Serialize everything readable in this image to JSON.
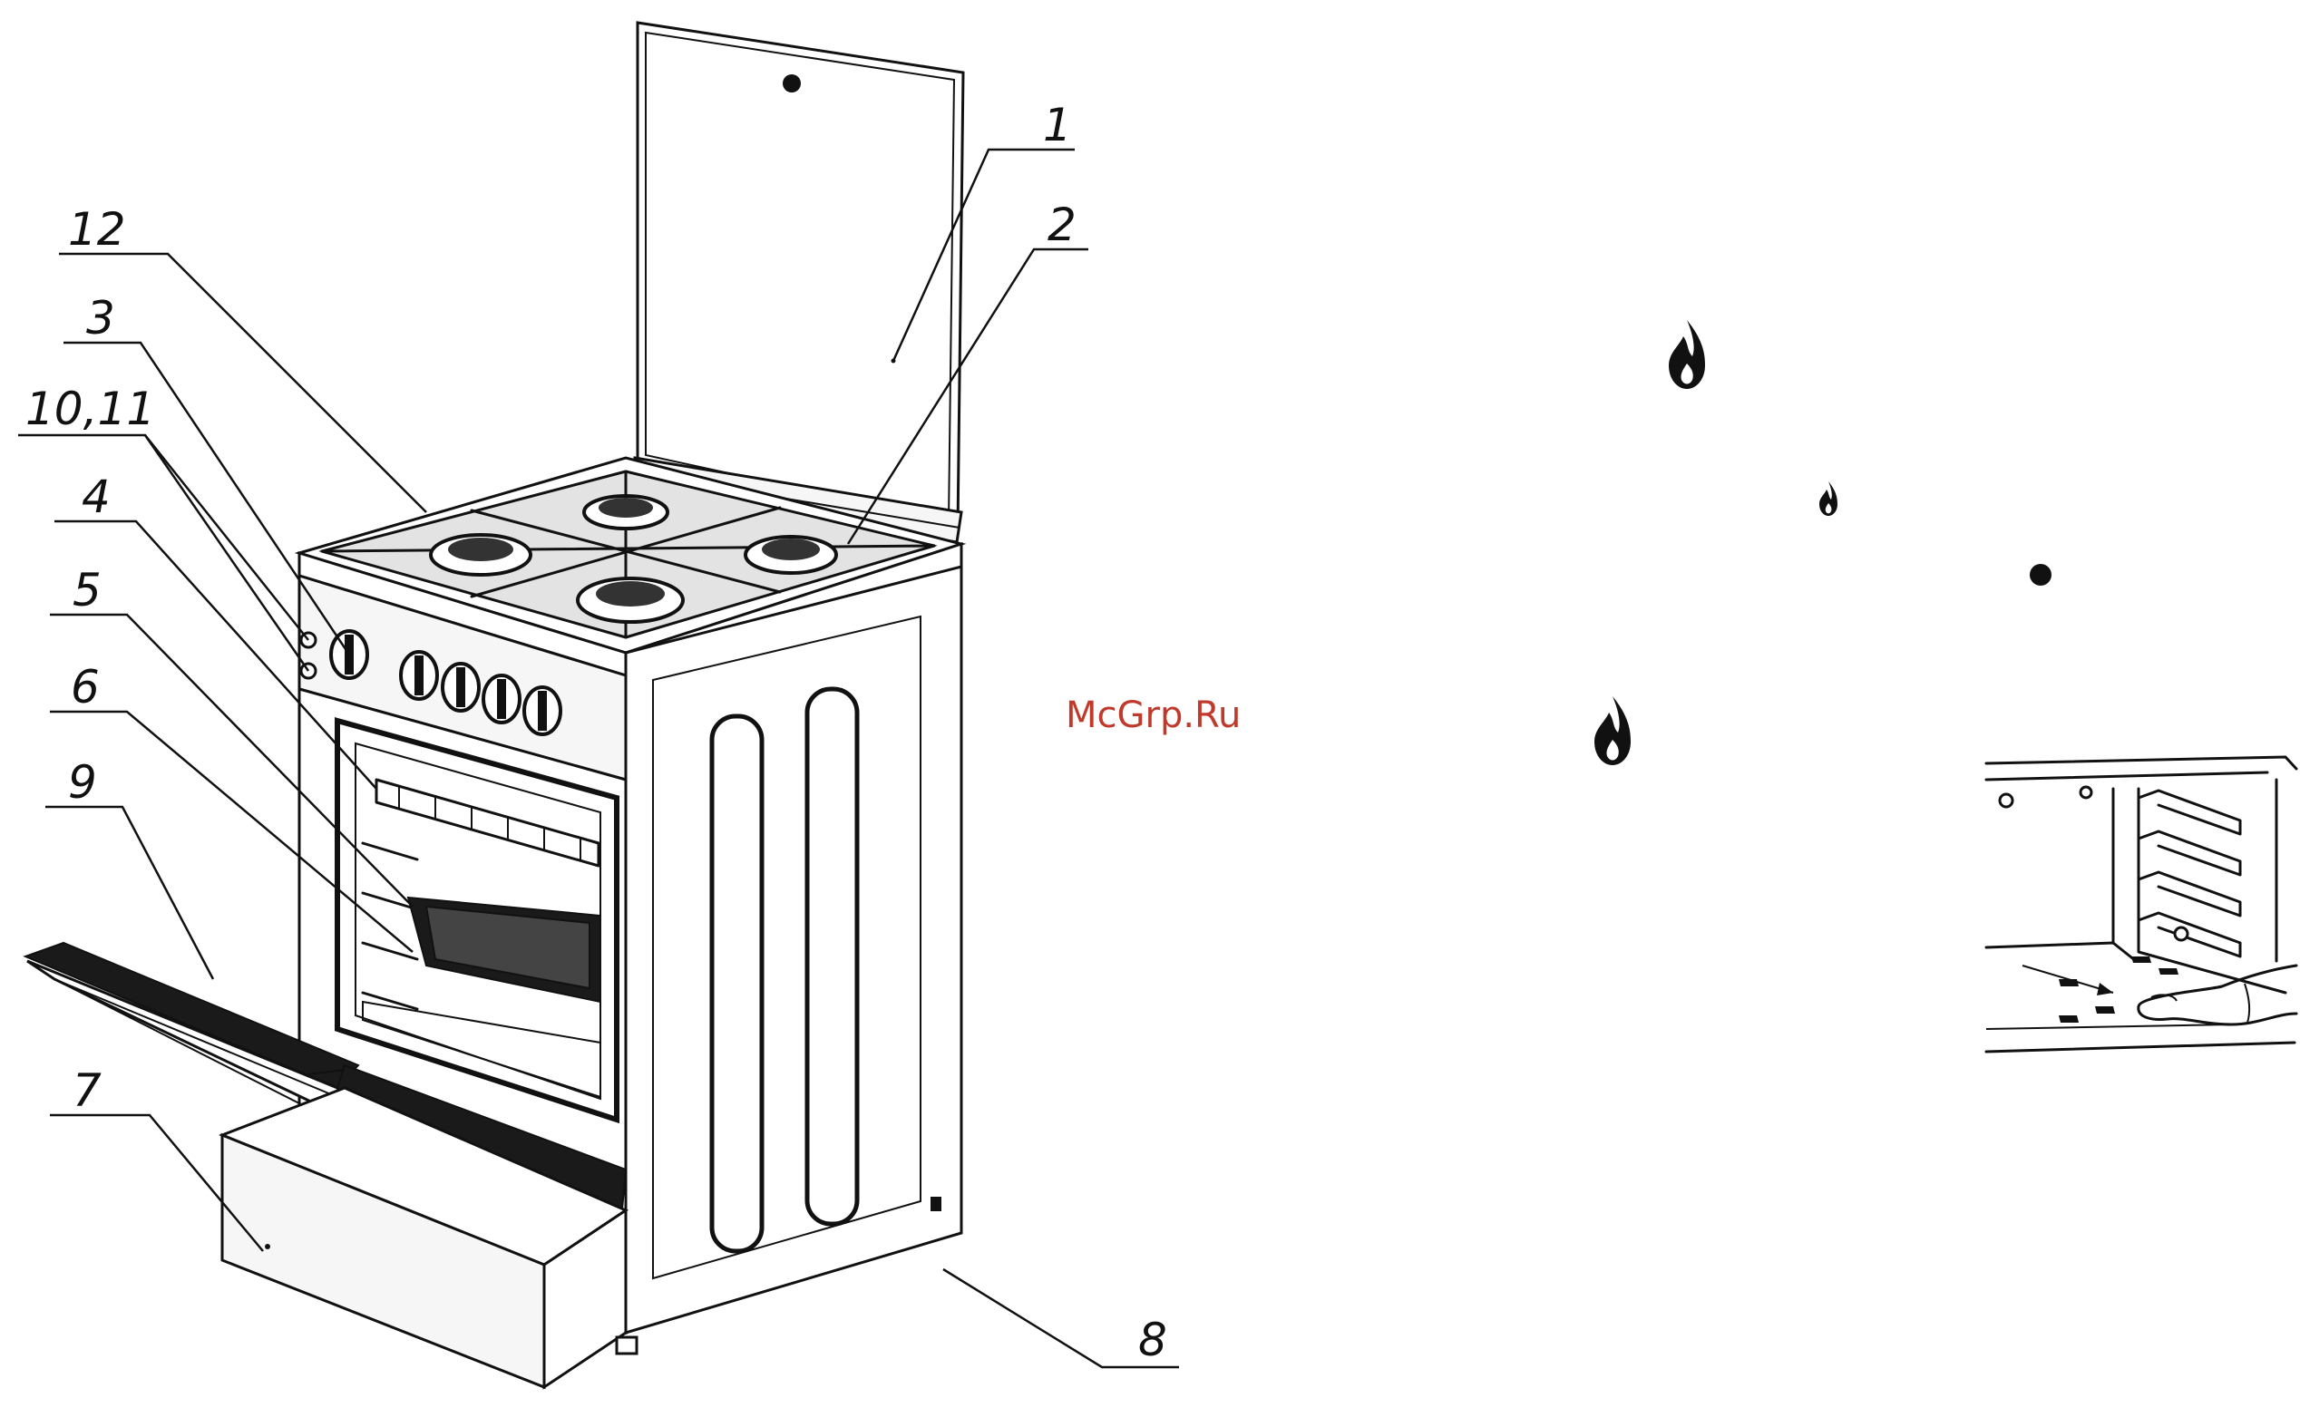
{
  "callouts": [
    {
      "id": "c1",
      "label": "1"
    },
    {
      "id": "c2",
      "label": "2"
    },
    {
      "id": "c12",
      "label": "12"
    },
    {
      "id": "c3",
      "label": "3"
    },
    {
      "id": "c1011",
      "label": "10,11"
    },
    {
      "id": "c4",
      "label": "4"
    },
    {
      "id": "c5",
      "label": "5"
    },
    {
      "id": "c6",
      "label": "6"
    },
    {
      "id": "c9",
      "label": "9"
    },
    {
      "id": "c7",
      "label": "7"
    },
    {
      "id": "c8",
      "label": "8"
    }
  ],
  "watermark": "McGrp.Ru",
  "icons": [
    "flame-icon",
    "small-flame-icon",
    "dot-icon",
    "flame-icon",
    "lid-hole-dot"
  ],
  "colors": {
    "ink": "#111111",
    "watermark": "#c0392b",
    "background": "#ffffff"
  }
}
